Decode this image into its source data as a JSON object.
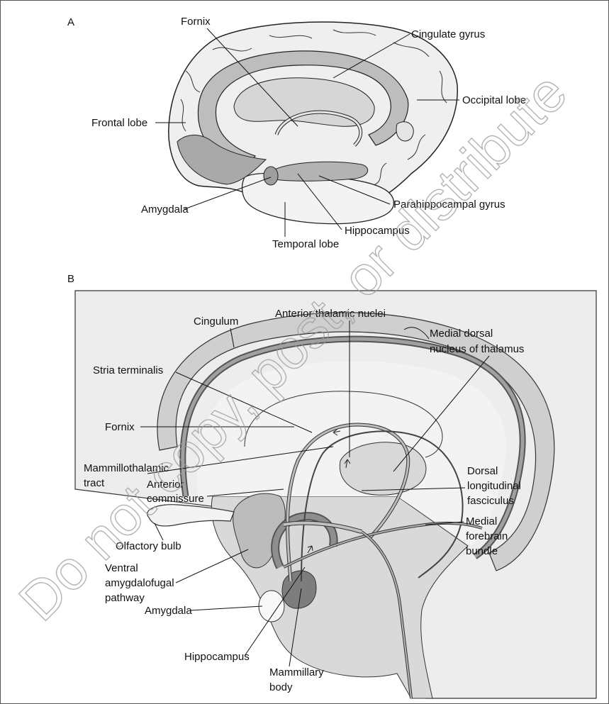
{
  "panel_a": {
    "letter": "A",
    "labels": {
      "fornix": "Fornix",
      "cingulate_gyrus": "Cingulate gyrus",
      "occipital_lobe": "Occipital lobe",
      "frontal_lobe": "Frontal lobe",
      "amygdala": "Amygdala",
      "parahippocampal_gyrus": "Parahippocampal gyrus",
      "hippocampus": "Hippocampus",
      "temporal_lobe": "Temporal lobe"
    }
  },
  "panel_b": {
    "letter": "B",
    "labels": {
      "cingulum": "Cingulum",
      "anterior_thalamic_nuclei": "Anterior thalamic nuclei",
      "medial_dorsal_1": "Medial dorsal",
      "medial_dorsal_2": "nucleus of thalamus",
      "stria_terminalis": "Stria terminalis",
      "fornix": "Fornix",
      "mammillothalamic_1": "Mammillothalamic",
      "mammillothalamic_2": "tract",
      "anterior_commissure_1": "Anterior",
      "anterior_commissure_2": "commissure",
      "dorsal_longitudinal_1": "Dorsal",
      "dorsal_longitudinal_2": "longitudinal",
      "dorsal_longitudinal_3": "fasciculus",
      "olfactory_bulb": "Olfactory bulb",
      "medial_forebrain_1": "Medial",
      "medial_forebrain_2": "forebrain",
      "medial_forebrain_3": "bundle",
      "ventral_amygdalofugal_1": "Ventral",
      "ventral_amygdalofugal_2": "amygdalofugal",
      "ventral_amygdalofugal_3": "pathway",
      "amygdala": "Amygdala",
      "hippocampus": "Hippocampus",
      "mammillary_1": "Mammillary",
      "mammillary_2": "body"
    }
  },
  "watermark": "Do not copy, post, or distribute",
  "colors": {
    "light_gray": "#ececec",
    "mid_gray": "#c8c8c8",
    "dark_gray": "#9a9a9a",
    "darker_gray": "#7d7d7d",
    "line": "#111111"
  }
}
